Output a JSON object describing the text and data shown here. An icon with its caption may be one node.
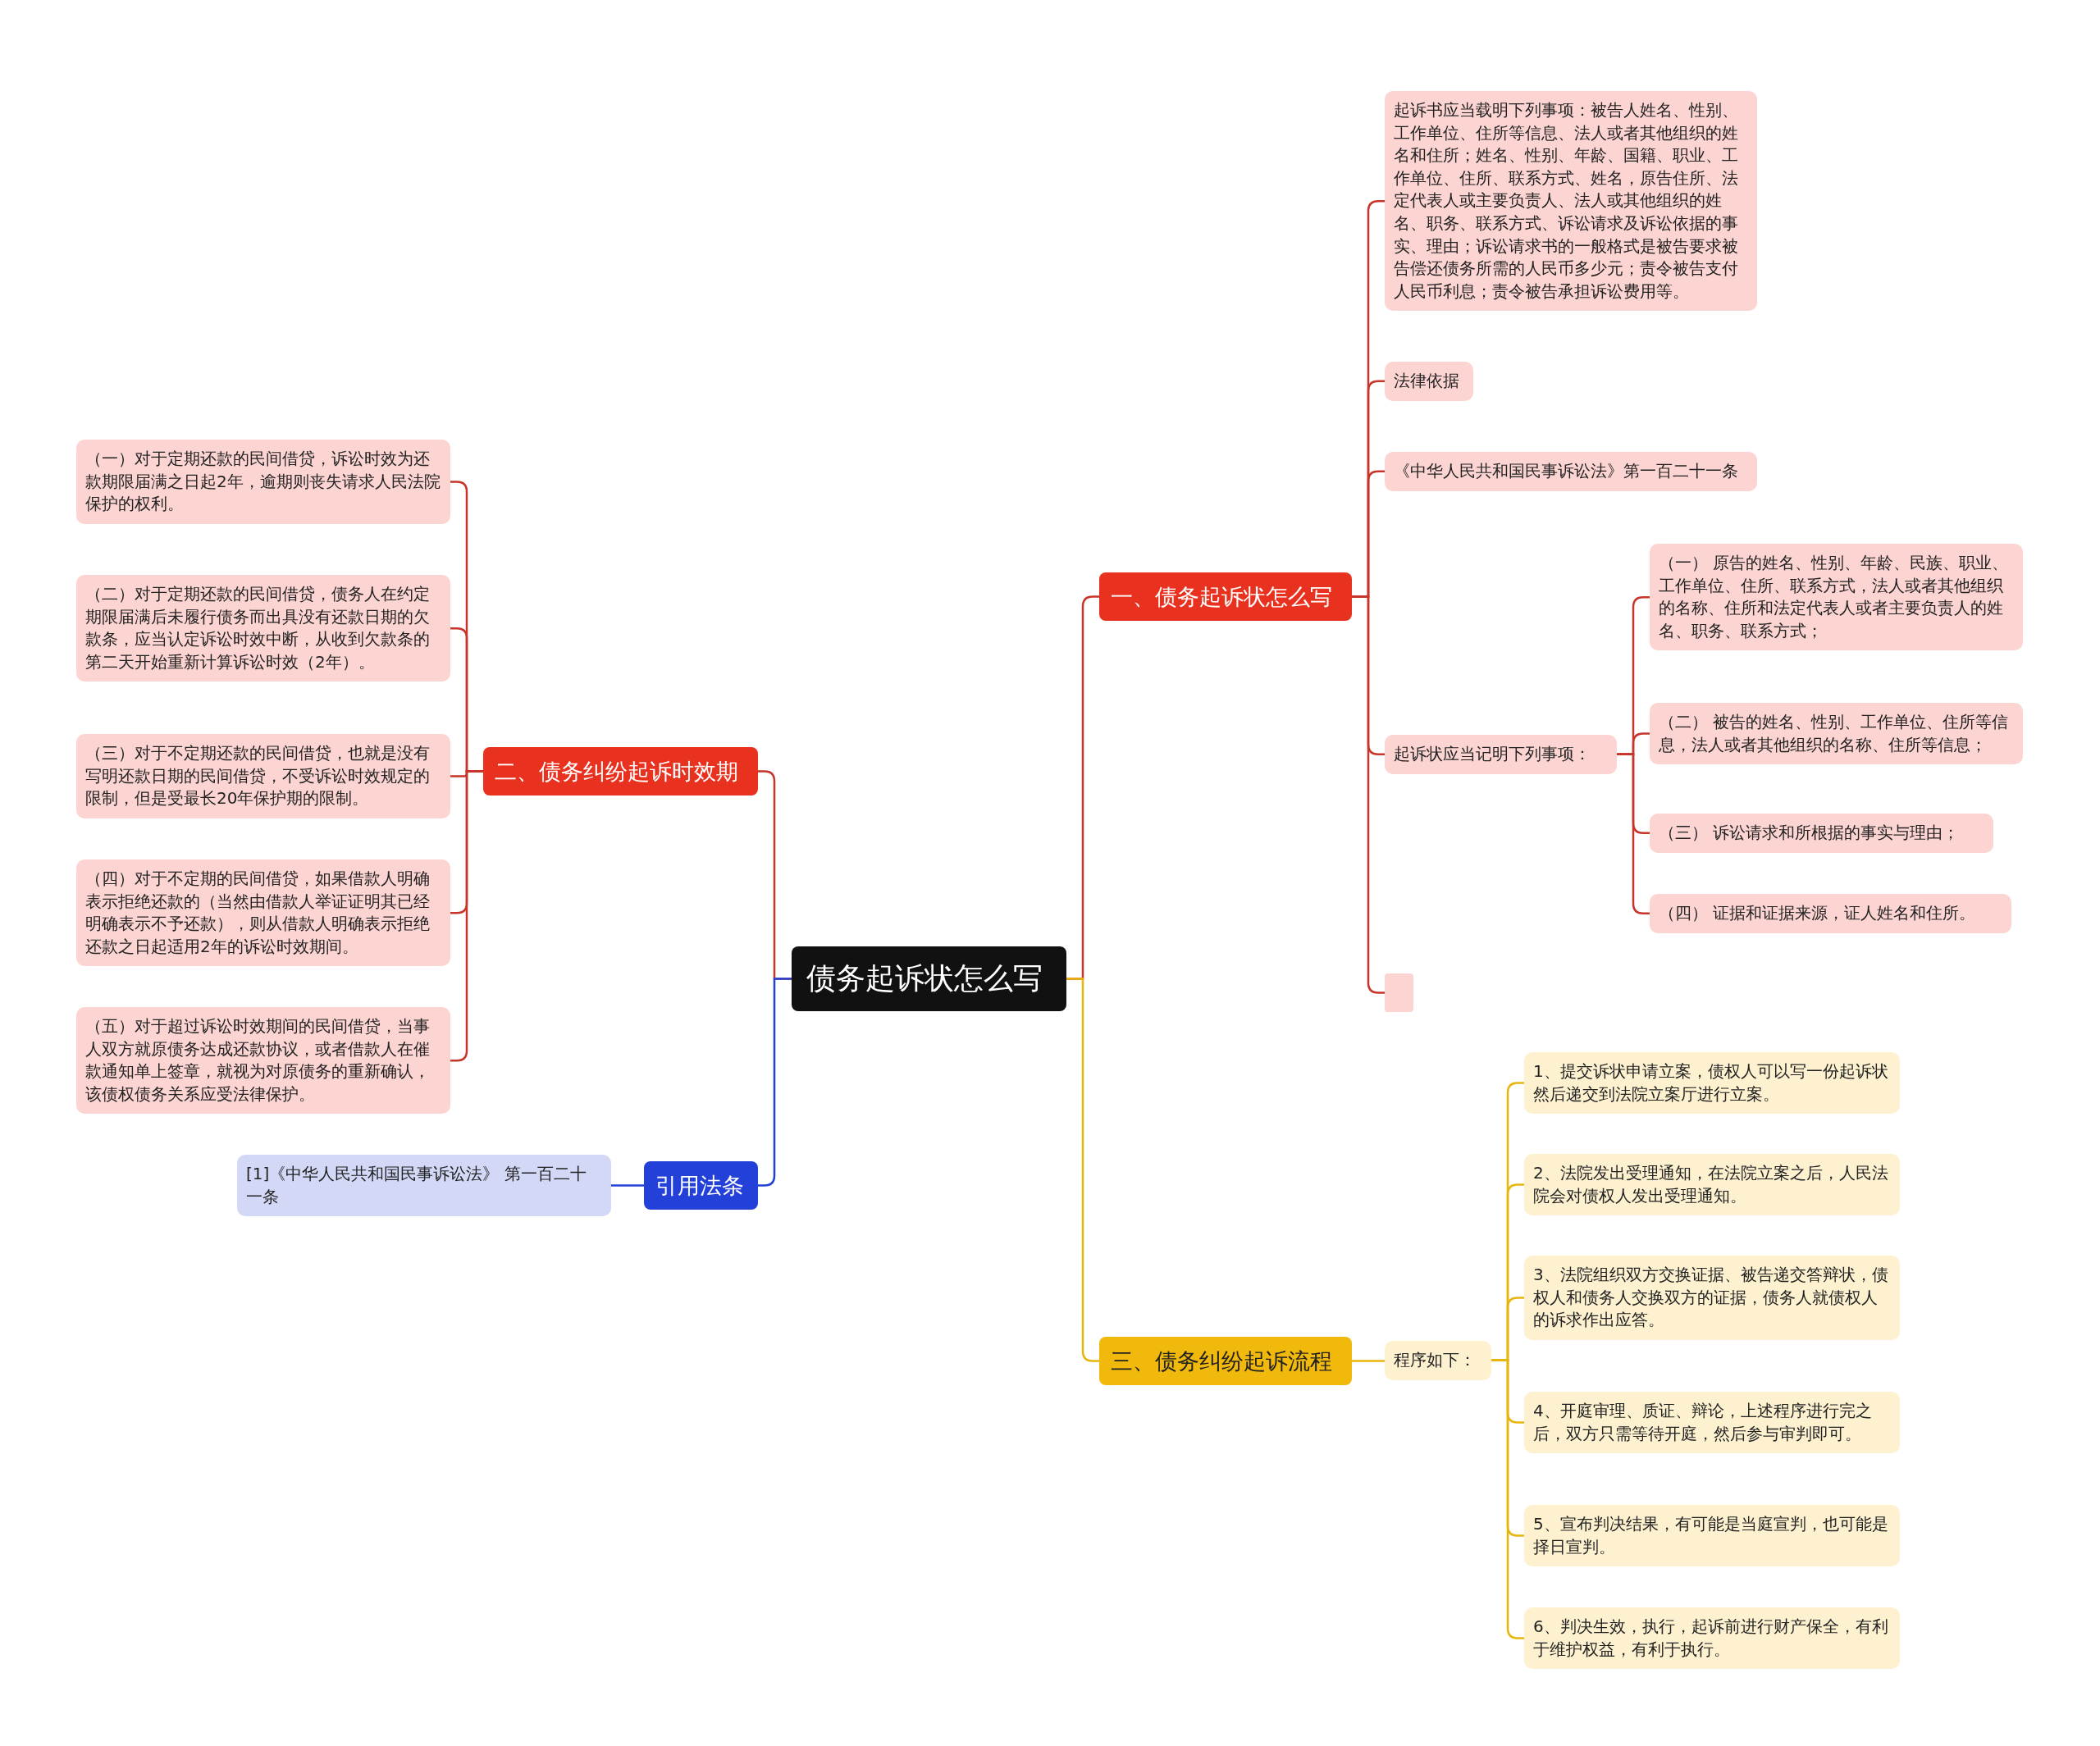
{
  "diagram": {
    "nodes": [
      {
        "text": [
          "债务起诉状怎么写"
        ]
      },
      {
        "text": [
          "一、债务起诉状怎么写"
        ]
      },
      {
        "text": [
          "起诉书应当载明下列事项：被告人姓名、性别、工作单位、住所等信息、法人或者其他组织的姓名和住所；姓名、性别、年龄、国籍、职业、工作单位、住所、联系方式、姓名，原告住所、法定代表人或主要负责人、法人或其他组织的姓名、职务、联系方式、诉讼请求及诉讼依据的事实、理由；诉讼请求书的一般格式是被告要求被告偿还债务所需的人民币多少元；责令被告支付人民币利息；责令被告承担诉讼费用等。"
        ]
      },
      {
        "text": [
          "法律依据"
        ]
      },
      {
        "text": [
          "《中华人民共和国民事诉讼法》第一百二十一条"
        ]
      },
      {
        "text": [
          "起诉状应当记明下列事项："
        ]
      },
      {
        "text": [
          "（一） 原告的姓名、性别、年龄、民族、职业、工作单位、住所、联系方式，法人或者其他组织的名称、住所和法定代表人或者主要负责人的姓名、职务、联系方式；"
        ]
      },
      {
        "text": [
          "（二） 被告的姓名、性别、工作单位、住所等信息，法人或者其他组织的名称、住所等信息；"
        ]
      },
      {
        "text": [
          "（三） 诉讼请求和所根据的事实与理由；"
        ]
      },
      {
        "text": [
          "（四） 证据和证据来源，证人姓名和住所。"
        ]
      },
      {
        "text": [],
        "shape": "box"
      },
      {
        "text": [
          "二、债务纠纷起诉时效期"
        ]
      },
      {
        "text": [
          "（一）对于定期还款的民间借贷，诉讼时效为还款期限届满之日起2年，逾期则丧失请求人民法院保护的权利。"
        ]
      },
      {
        "text": [
          "（二）对于定期还款的民间借贷，债务人在约定期限届满后未履行债务而出具没有还款日期的欠款条，应当认定诉讼时效中断，从收到欠款条的第二天开始重新计算诉讼时效（2年）。"
        ]
      },
      {
        "text": [
          "（三）对于不定期还款的民间借贷，也就是没有写明还款日期的民间借贷，不受诉讼时效规定的限制，但是受最长20年保护期的限制。"
        ]
      },
      {
        "text": [
          "（四）对于不定期的民间借贷，如果借款人明确表示拒绝还款的（当然由借款人举证证明其已经明确表示不予还款），则从借款人明确表示拒绝还款之日起适用2年的诉讼时效期间。"
        ]
      },
      {
        "text": [
          "（五）对于超过诉讼时效期间的民间借贷，当事人双方就原债务达成还款协议，或者借款人在催款通知单上签章，就视为对原债务的重新确认，该债权债务关系应受法律保护。"
        ]
      },
      {
        "text": [
          "引用法条"
        ]
      },
      {
        "text": [
          "[1]《中华人民共和国民事诉讼法》 第一百二十一条"
        ]
      },
      {
        "text": [
          "三、债务纠纷起诉流程"
        ]
      },
      {
        "text": [
          "程序如下："
        ]
      },
      {
        "text": [
          "1、提交诉状申请立案，债权人可以写一份起诉状然后递交到法院立案厅进行立案。"
        ]
      },
      {
        "text": [
          "2、法院发出受理通知，在法院立案之后，人民法院会对债权人发出受理通知。"
        ]
      },
      {
        "text": [
          "3、法院组织双方交换证据、被告递交答辩状，债权人和债务人交换双方的证据，债务人就债权人的诉求作出应答。"
        ]
      },
      {
        "text": [
          "4、开庭审理、质证、辩论，上述程序进行完之后，双方只需等待开庭，然后参与审判即可。"
        ]
      },
      {
        "text": [
          "5、宣布判决结果，有可能是当庭宣判，也可能是择日宣判。"
        ]
      },
      {
        "text": [
          "6、判决生效，执行，起诉前进行财产保全，有利于维护权益，有利于执行。"
        ]
      }
    ],
    "edges": [
      {
        "from": 0,
        "to": 1,
        "arrow": "none"
      },
      {
        "from": 1,
        "to": 2,
        "arrow": "none"
      },
      {
        "from": 1,
        "to": 3,
        "arrow": "none"
      },
      {
        "from": 1,
        "to": 4,
        "arrow": "none"
      },
      {
        "from": 1,
        "to": 5,
        "arrow": "none"
      },
      {
        "from": 5,
        "to": 6,
        "arrow": "none"
      },
      {
        "from": 5,
        "to": 7,
        "arrow": "none"
      },
      {
        "from": 5,
        "to": 8,
        "arrow": "none"
      },
      {
        "from": 5,
        "to": 9,
        "arrow": "none"
      },
      {
        "from": 1,
        "to": 10,
        "arrow": "none"
      },
      {
        "from": 0,
        "to": 11,
        "arrow": "none"
      },
      {
        "from": 11,
        "to": 12,
        "arrow": "none"
      },
      {
        "from": 11,
        "to": 13,
        "arrow": "none"
      },
      {
        "from": 11,
        "to": 14,
        "arrow": "none"
      },
      {
        "from": 11,
        "to": 15,
        "arrow": "none"
      },
      {
        "from": 11,
        "to": 16,
        "arrow": "none"
      },
      {
        "from": 0,
        "to": 17,
        "arrow": "none",
        "color": "#2340d8"
      },
      {
        "from": 17,
        "to": 18,
        "arrow": "none",
        "color": "#2340d8"
      },
      {
        "from": 0,
        "to": 19,
        "arrow": "none",
        "color": "#e8b50c"
      },
      {
        "from": 19,
        "to": 20,
        "arrow": "none",
        "color": "#e8b50c"
      },
      {
        "from": 20,
        "to": 21,
        "arrow": "none",
        "color": "#e8b50c"
      },
      {
        "from": 20,
        "to": 22,
        "arrow": "none",
        "color": "#e8b50c"
      },
      {
        "from": 20,
        "to": 23,
        "arrow": "none",
        "color": "#e8b50c"
      },
      {
        "from": 20,
        "to": 24,
        "arrow": "none",
        "color": "#e8b50c"
      },
      {
        "from": 20,
        "to": 25,
        "arrow": "none",
        "color": "#e8b50c"
      },
      {
        "from": 20,
        "to": 26,
        "arrow": "none",
        "color": "#e8b50c"
      }
    ]
  }
}
